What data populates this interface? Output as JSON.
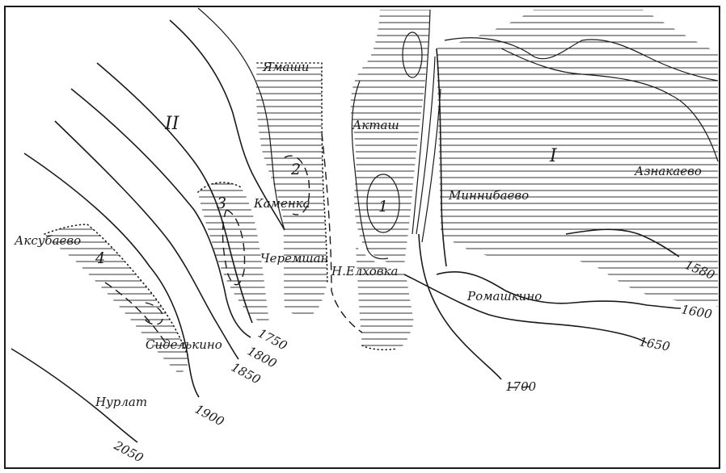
{
  "map": {
    "settlements": {
      "yamashi": "Ямаши",
      "aktash": "Акташ",
      "kamenka": "Каменка",
      "minnibaevo": "Миннибаево",
      "aznakaevo": "Азнакаево",
      "aksubaevo": "Аксубаево",
      "cheremshan": "Черемшан",
      "n_elkhovka": "Н.Елховка",
      "romashkino": "Ромашкино",
      "sidelkino": "Сиделькино",
      "nurlat": "Нурлат"
    },
    "regions": {
      "r1": "I",
      "r2": "II"
    },
    "zones": {
      "z1": "1",
      "z2": "2",
      "z3": "3",
      "z4": "4"
    },
    "isolines": {
      "i1580": "1580",
      "i1600": "1600",
      "i1650": "1650",
      "i1700": "1700",
      "i1750": "1750",
      "i1800": "1800",
      "i1850": "1850",
      "i1900": "1900",
      "i2050": "2050"
    },
    "colors": {
      "ink": "#1a1a1a",
      "paper": "#ffffff"
    }
  }
}
